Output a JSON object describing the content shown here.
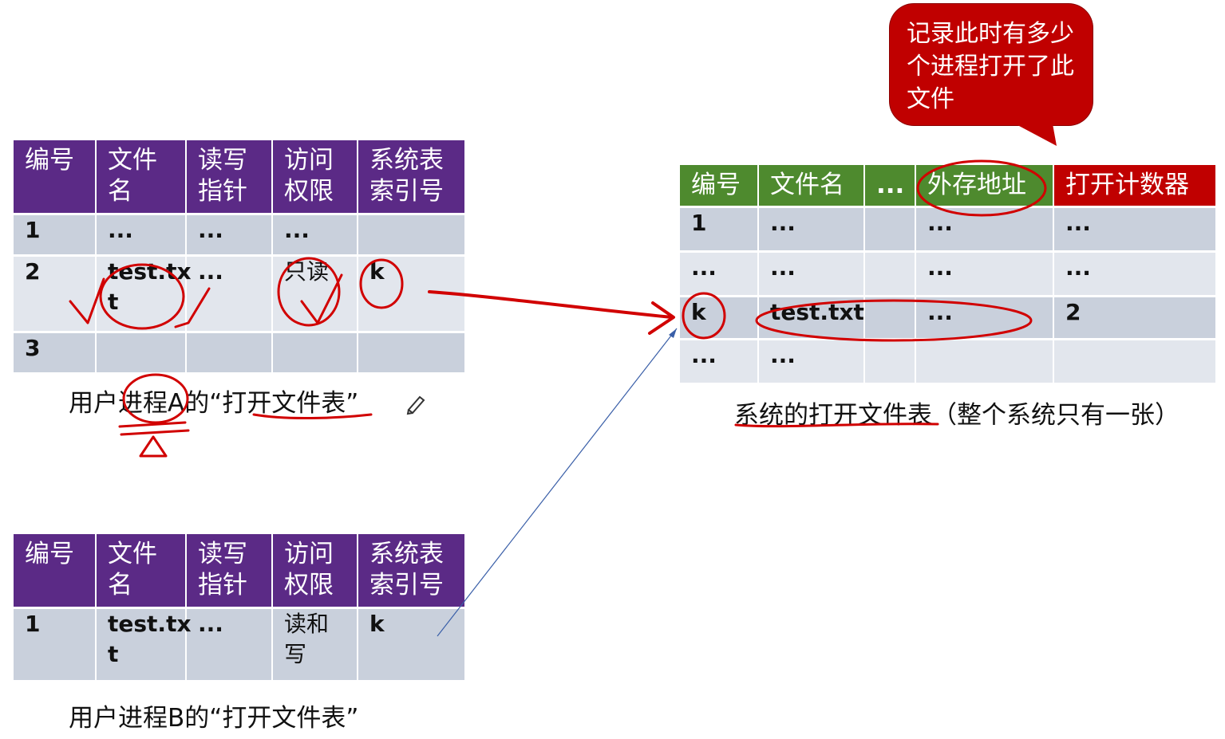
{
  "process_a_table": {
    "headers": [
      "编号",
      "文件\n名",
      "读写\n指针",
      "访问\n权限",
      "系统表\n索引号"
    ],
    "rows": [
      [
        "1",
        "...",
        "...",
        "...",
        ""
      ],
      [
        "2",
        "test.tx\nt",
        "...",
        "只读",
        "k"
      ],
      [
        "3",
        "",
        "",
        "",
        ""
      ]
    ],
    "caption": "用户进程A的“打开文件表”"
  },
  "process_b_table": {
    "headers": [
      "编号",
      "文件\n名",
      "读写\n指针",
      "访问\n权限",
      "系统表\n索引号"
    ],
    "rows": [
      [
        "1",
        "test.tx\nt",
        "...",
        "读和\n写",
        "k"
      ]
    ],
    "caption": "用户进程B的“打开文件表”"
  },
  "system_table": {
    "headers": [
      "编号",
      "文件名",
      "...",
      "外存地址",
      "打开计数器"
    ],
    "rows": [
      [
        "1",
        "...",
        "",
        "...",
        "..."
      ],
      [
        "...",
        "...",
        "",
        "...",
        "..."
      ],
      [
        "k",
        "test.txt",
        "",
        "...",
        "2"
      ],
      [
        "...",
        "...",
        "",
        "",
        ""
      ]
    ],
    "caption": "系统的打开文件表（整个系统只有一张）"
  },
  "callout": {
    "text": "记录此时有多少个进程打开了此文件"
  },
  "colors": {
    "purple_header": "#5b2a86",
    "green_header": "#4e8a2e",
    "red_header": "#c00000",
    "row_dark": "#c9d0dc",
    "row_light": "#e2e6ed",
    "annotation_red": "#d10000"
  }
}
